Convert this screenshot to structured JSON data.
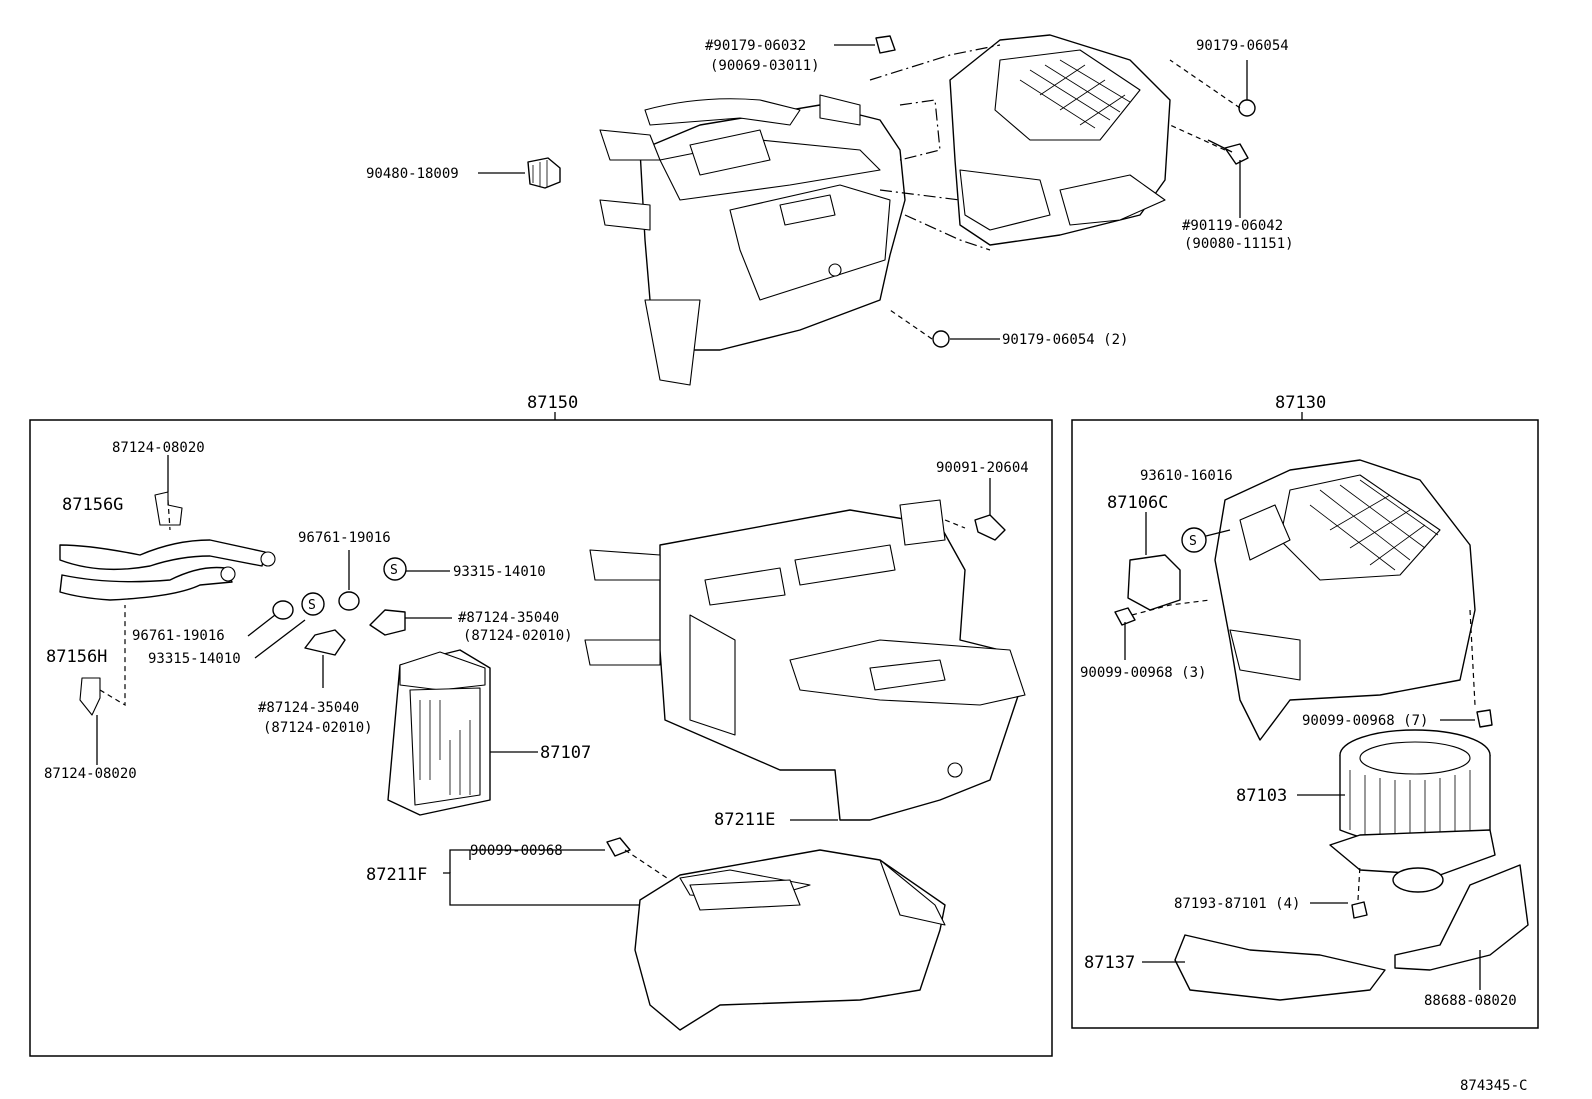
{
  "diagram_code": "874345-C",
  "groups": {
    "left_assembly": "87150",
    "right_assembly": "87130"
  },
  "top_callouts": {
    "p90179_06032": "#90179-06032",
    "p90069_03011": "(90069-03011)",
    "p90179_06054_top": "90179-06054",
    "p90480_18009": "90480-18009",
    "p90119_06042": "#90119-06042",
    "p90080_11151": "(90080-11151)",
    "p90179_06054_2": "90179-06054 (2)"
  },
  "left_callouts": {
    "p87124_08020_top": "87124-08020",
    "p87156G": "87156G",
    "p87156H": "87156H",
    "p87124_08020_bottom": "87124-08020",
    "p96761_19016_a": "96761-19016",
    "p96761_19016_b": "96761-19016",
    "p93315_14010_a": "93315-14010",
    "p93315_14010_b": "93315-14010",
    "p87124_35040_a": "#87124-35040",
    "p87124_02010_a": "(87124-02010)",
    "p87124_35040_b": "#87124-35040",
    "p87124_02010_b": "(87124-02010)",
    "p87107": "87107",
    "p90091_20604": "90091-20604",
    "p87211E": "87211E",
    "p87211F": "87211F",
    "p90099_00968": "90099-00968",
    "s_mark": "S"
  },
  "right_callouts": {
    "p93610_16016": "93610-16016",
    "p87106C": "87106C",
    "p90099_00968_3": "90099-00968 (3)",
    "p90099_00968_7": "90099-00968 (7)",
    "p87103": "87103",
    "p87193_87101_4": "87193-87101 (4)",
    "p87137": "87137",
    "p88688_08020": "88688-08020"
  }
}
